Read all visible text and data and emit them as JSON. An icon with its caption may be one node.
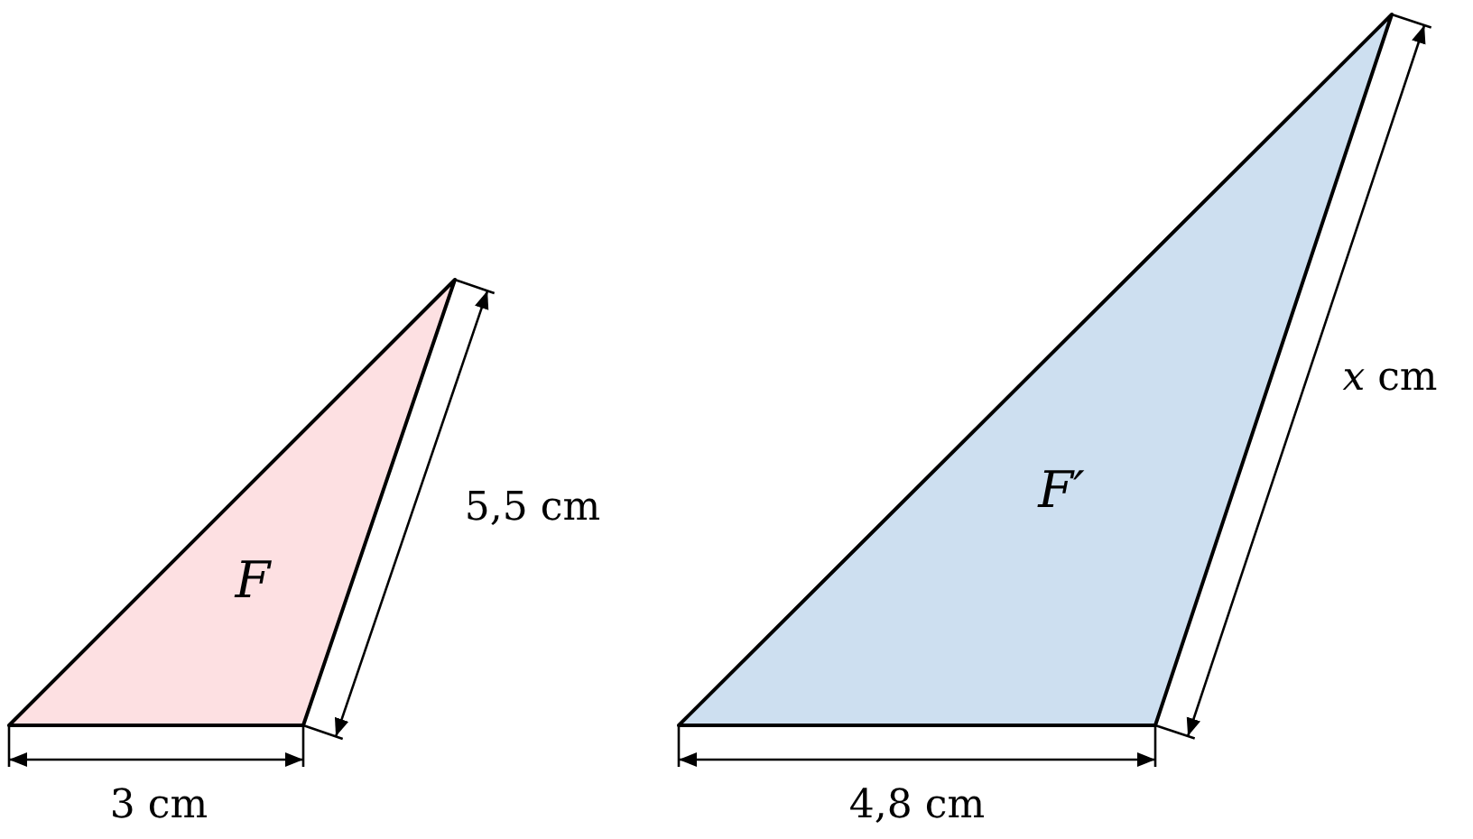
{
  "diagram": {
    "nodes": [
      {
        "text": [
          "F"
        ]
      },
      {
        "text": [
          "F′"
        ]
      }
    ],
    "labels": [
      "*x* cm",
      "5,5 cm",
      "3 cm",
      "4,8 cm"
    ]
  }
}
